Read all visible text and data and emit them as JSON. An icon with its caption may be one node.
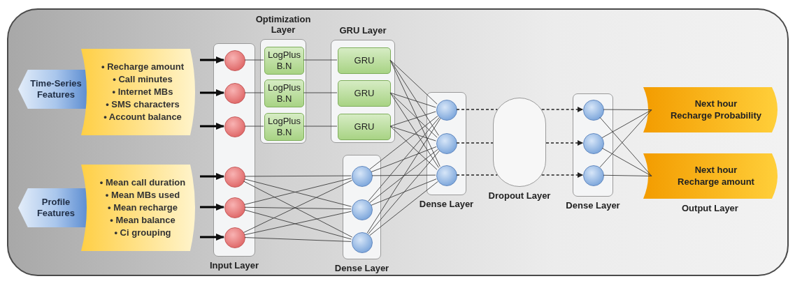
{
  "diagram": {
    "nodes": [
      {
        "text": [
          "Time-Series Features"
        ]
      },
      {
        "text": [
          "• Recharge amount",
          "• Call minutes",
          "• Internet MBs",
          "• SMS characters",
          "• Account balance"
        ]
      },
      {
        "text": [
          "Profile Features"
        ]
      },
      {
        "text": [
          "• Mean call duration",
          "• Mean MBs used",
          "• Mean recharge",
          "• Mean balance",
          "• Ci grouping"
        ]
      },
      {
        "text": [
          "Input Layer"
        ]
      },
      {
        "text": [],
        "shape": "circle",
        "in": 4
      },
      {
        "text": [],
        "shape": "circle",
        "in": 4
      },
      {
        "text": [],
        "shape": "circle",
        "in": 4
      },
      {
        "text": [],
        "shape": "circle",
        "in": 4
      },
      {
        "text": [],
        "shape": "circle",
        "in": 4
      },
      {
        "text": [],
        "shape": "circle",
        "in": 4
      },
      {
        "text": [
          "Optimization Layer"
        ]
      },
      {
        "text": [
          "LogPlus B.N"
        ],
        "in": 11
      },
      {
        "text": [
          "LogPlus B.N"
        ],
        "in": 11
      },
      {
        "text": [
          "LogPlus B.N"
        ],
        "in": 11
      },
      {
        "text": [
          "GRU Layer"
        ]
      },
      {
        "text": [
          "GRU"
        ],
        "in": 15
      },
      {
        "text": [
          "GRU"
        ],
        "in": 15
      },
      {
        "text": [
          "GRU"
        ],
        "in": 15
      },
      {
        "text": [
          "Dense Layer"
        ]
      },
      {
        "text": [],
        "shape": "circle",
        "in": 19
      },
      {
        "text": [],
        "shape": "circle",
        "in": 19
      },
      {
        "text": [],
        "shape": "circle",
        "in": 19
      },
      {
        "text": [
          "Dense Layer"
        ]
      },
      {
        "text": [],
        "shape": "circle",
        "in": 23
      },
      {
        "text": [],
        "shape": "circle",
        "in": 23
      },
      {
        "text": [],
        "shape": "circle",
        "in": 23
      },
      {
        "text": [
          "Dropout Layer"
        ]
      },
      {
        "text": [
          "Dense Layer"
        ]
      },
      {
        "text": [],
        "shape": "circle",
        "in": 28
      },
      {
        "text": [],
        "shape": "circle",
        "in": 28
      },
      {
        "text": [],
        "shape": "circle",
        "in": 28
      },
      {
        "text": [
          "Next hour",
          "Recharge Probability"
        ]
      },
      {
        "text": [
          "Next hour",
          "Recharge amount"
        ]
      }
    ],
    "edges": [
      {
        "from": 1,
        "to": 5,
        "arrow": "to",
        "style": "thick"
      },
      {
        "from": 1,
        "to": 6,
        "arrow": "to",
        "style": "thick"
      },
      {
        "from": 1,
        "to": 7,
        "arrow": "to",
        "style": "thick"
      },
      {
        "from": 3,
        "to": 8,
        "arrow": "to",
        "style": "thick"
      },
      {
        "from": 3,
        "to": 9,
        "arrow": "to",
        "style": "thick"
      },
      {
        "from": 3,
        "to": 10,
        "arrow": "to",
        "style": "thick"
      },
      {
        "from": 5,
        "to": 12,
        "arrow": "none"
      },
      {
        "from": 6,
        "to": 13,
        "arrow": "none"
      },
      {
        "from": 7,
        "to": 14,
        "arrow": "none"
      },
      {
        "from": 12,
        "to": 16,
        "arrow": "none"
      },
      {
        "from": 13,
        "to": 17,
        "arrow": "none"
      },
      {
        "from": 14,
        "to": 18,
        "arrow": "none"
      },
      {
        "from": 16,
        "to": 24,
        "arrow": "none"
      },
      {
        "from": 16,
        "to": 25,
        "arrow": "none"
      },
      {
        "from": 16,
        "to": 26,
        "arrow": "none"
      },
      {
        "from": 17,
        "to": 24,
        "arrow": "none"
      },
      {
        "from": 17,
        "to": 25,
        "arrow": "none"
      },
      {
        "from": 17,
        "to": 26,
        "arrow": "none"
      },
      {
        "from": 18,
        "to": 24,
        "arrow": "none"
      },
      {
        "from": 18,
        "to": 25,
        "arrow": "none"
      },
      {
        "from": 18,
        "to": 26,
        "arrow": "none"
      },
      {
        "from": 8,
        "to": 20,
        "arrow": "none"
      },
      {
        "from": 8,
        "to": 21,
        "arrow": "none"
      },
      {
        "from": 8,
        "to": 22,
        "arrow": "none"
      },
      {
        "from": 9,
        "to": 20,
        "arrow": "none"
      },
      {
        "from": 9,
        "to": 21,
        "arrow": "none"
      },
      {
        "from": 9,
        "to": 22,
        "arrow": "none"
      },
      {
        "from": 10,
        "to": 20,
        "arrow": "none"
      },
      {
        "from": 10,
        "to": 21,
        "arrow": "none"
      },
      {
        "from": 10,
        "to": 22,
        "arrow": "none"
      },
      {
        "from": 20,
        "to": 24,
        "arrow": "none"
      },
      {
        "from": 20,
        "to": 25,
        "arrow": "none"
      },
      {
        "from": 20,
        "to": 26,
        "arrow": "none"
      },
      {
        "from": 21,
        "to": 24,
        "arrow": "none"
      },
      {
        "from": 21,
        "to": 25,
        "arrow": "none"
      },
      {
        "from": 21,
        "to": 26,
        "arrow": "none"
      },
      {
        "from": 22,
        "to": 24,
        "arrow": "none"
      },
      {
        "from": 22,
        "to": 25,
        "arrow": "none"
      },
      {
        "from": 22,
        "to": 26,
        "arrow": "none"
      },
      {
        "from": 24,
        "to": 27,
        "arrow": "none",
        "style": "dashed"
      },
      {
        "from": 25,
        "to": 27,
        "arrow": "none",
        "style": "dashed"
      },
      {
        "from": 26,
        "to": 27,
        "arrow": "none",
        "style": "dashed"
      },
      {
        "from": 27,
        "to": 29,
        "arrow": "to",
        "style": "dashed"
      },
      {
        "from": 27,
        "to": 30,
        "arrow": "to",
        "style": "dashed"
      },
      {
        "from": 27,
        "to": 31,
        "arrow": "to",
        "style": "dashed"
      },
      {
        "from": 29,
        "to": 32,
        "arrow": "none"
      },
      {
        "from": 29,
        "to": 33,
        "arrow": "none"
      },
      {
        "from": 30,
        "to": 32,
        "arrow": "none"
      },
      {
        "from": 30,
        "to": 33,
        "arrow": "none"
      },
      {
        "from": 31,
        "to": 32,
        "arrow": "none"
      },
      {
        "from": 31,
        "to": 33,
        "arrow": "none"
      }
    ],
    "labels": [
      "Output Layer"
    ]
  }
}
